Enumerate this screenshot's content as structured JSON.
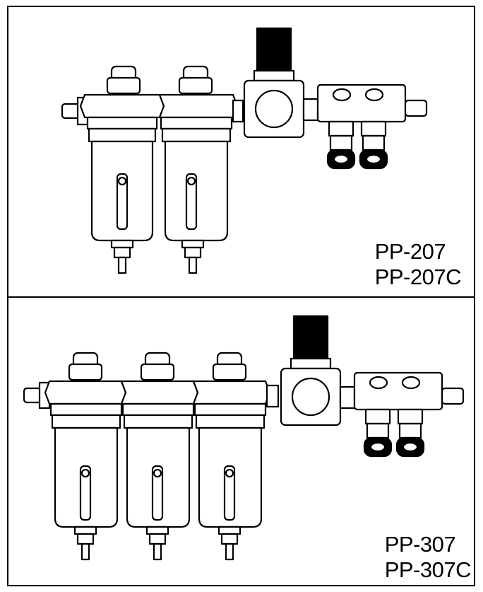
{
  "colors": {
    "line": "#000000",
    "background": "#ffffff"
  },
  "panels": [
    {
      "models": [
        "PP-207",
        "PP-207C"
      ],
      "filter_count": 2,
      "outlet_count": 2,
      "regulator_count": 1
    },
    {
      "models": [
        "PP-307",
        "PP-307C"
      ],
      "filter_count": 3,
      "outlet_count": 2,
      "regulator_count": 1
    }
  ]
}
